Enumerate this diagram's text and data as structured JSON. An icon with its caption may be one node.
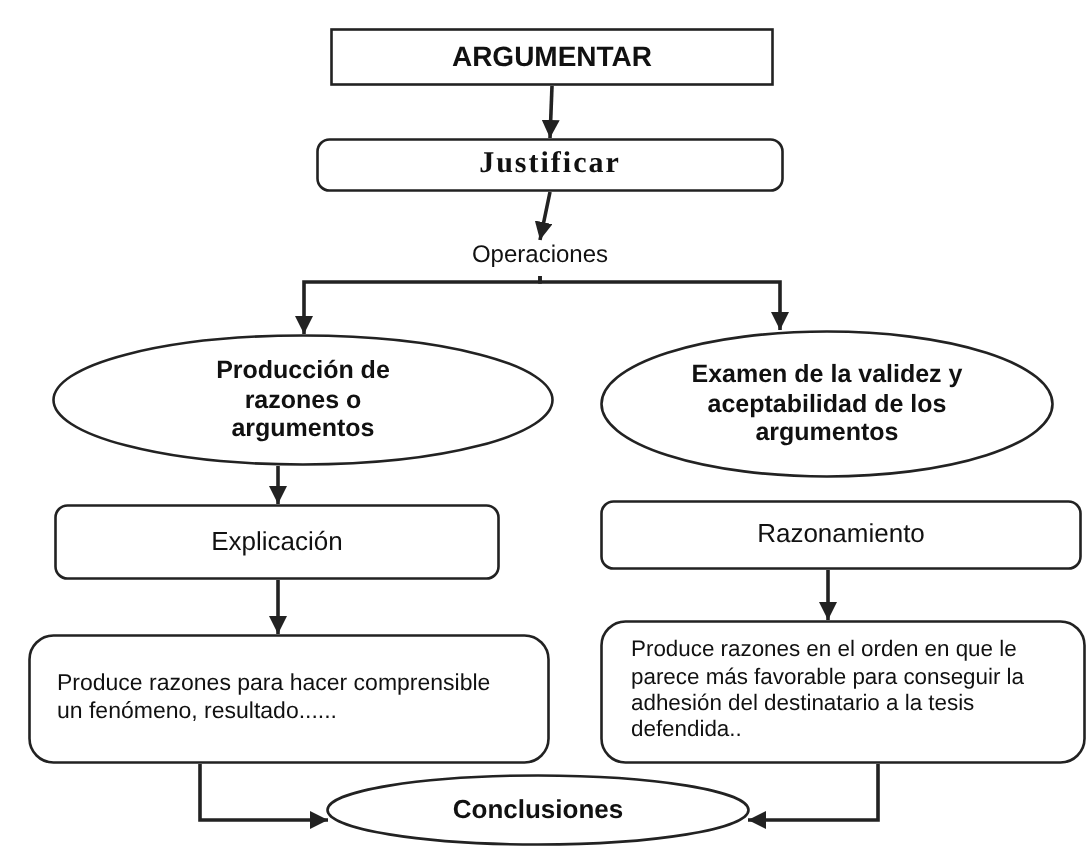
{
  "diagram": {
    "nodes": [
      {
        "text": [
          "ARGUMENTAR"
        ]
      },
      {
        "text": [
          "Justificar"
        ]
      },
      {
        "text": [
          "Operaciones"
        ]
      },
      {
        "text": [
          "Producción de razones o argumentos"
        ]
      },
      {
        "text": [
          "Examen de la validez y aceptabilidad de los argumentos"
        ]
      },
      {
        "text": [
          "Explicación"
        ]
      },
      {
        "text": [
          "Razonamiento"
        ]
      },
      {
        "text": [
          "Produce razones para hacer comprensible un fenómeno, resultado......"
        ]
      },
      {
        "text": [
          "Produce razones  en el orden en que le parece más favorable para conseguir la adhesión del destinatario a la tesis defendida.."
        ]
      },
      {
        "text": [
          "Conclusiones"
        ]
      }
    ],
    "edges": [
      {
        "from": 0,
        "to": 1,
        "arrow": "to"
      },
      {
        "from": 1,
        "to": 2,
        "arrow": "to"
      },
      {
        "from": 2,
        "to": 3,
        "arrow": "to"
      },
      {
        "from": 2,
        "to": 4,
        "arrow": "to"
      },
      {
        "from": 3,
        "to": 5,
        "arrow": "to"
      },
      {
        "from": 5,
        "to": 7,
        "arrow": "to"
      },
      {
        "from": 6,
        "to": 8,
        "arrow": "to"
      },
      {
        "from": 7,
        "to": 9,
        "arrow": "to"
      },
      {
        "from": 8,
        "to": 9,
        "arrow": "to"
      }
    ]
  }
}
